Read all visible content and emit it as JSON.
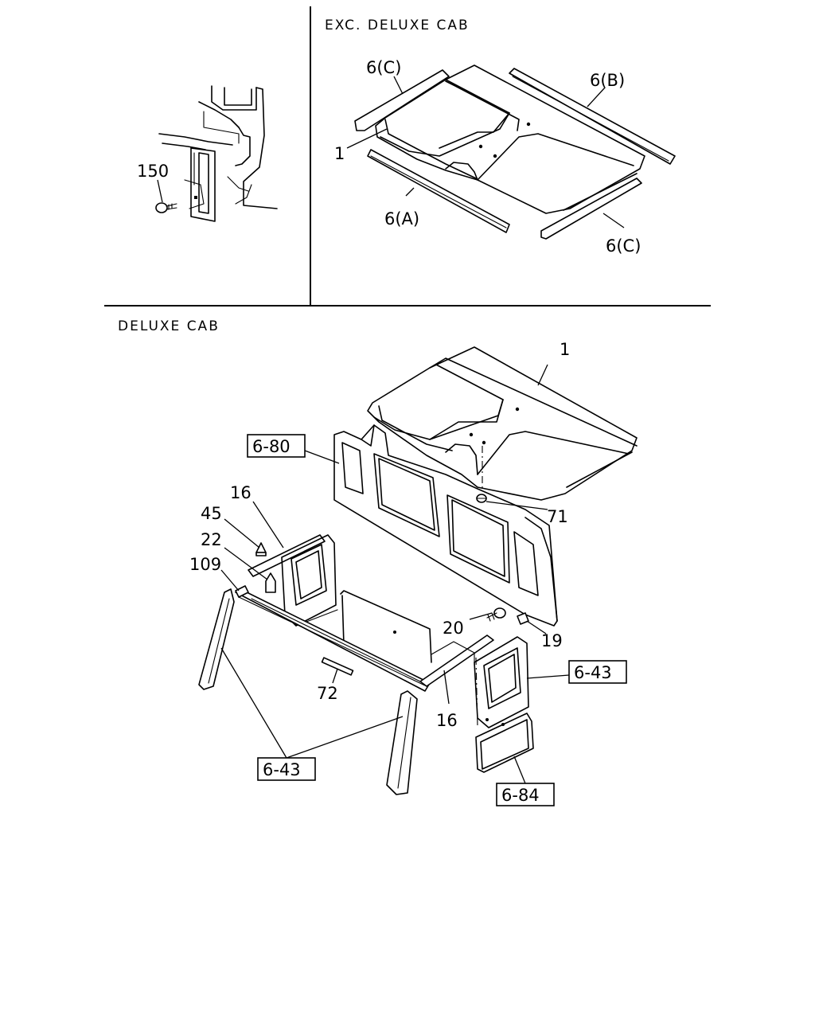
{
  "sections": {
    "exc_deluxe_cab": "EXC. DELUXE CAB",
    "deluxe_cab": "DELUXE CAB"
  },
  "side_view": {
    "labels": {
      "clip": "150"
    }
  },
  "exc_deluxe": {
    "labels": {
      "c_left": "6(C)",
      "b": "6(B)",
      "headliner": "1",
      "a": "6(A)",
      "c_right": "6(C)"
    }
  },
  "deluxe": {
    "labels": {
      "headliner": "1",
      "back_panel_ref": "6-80",
      "fastener_71": "71",
      "trim_16_left": "16",
      "screw_45": "45",
      "clip_22": "22",
      "clip_109": "109",
      "screw_20": "20",
      "clip_19": "19",
      "pillar_ref_right": "6-43",
      "strip_72": "72",
      "trim_16_right": "16",
      "pillar_ref_left": "6-43",
      "panel_ref_84": "6-84"
    }
  }
}
